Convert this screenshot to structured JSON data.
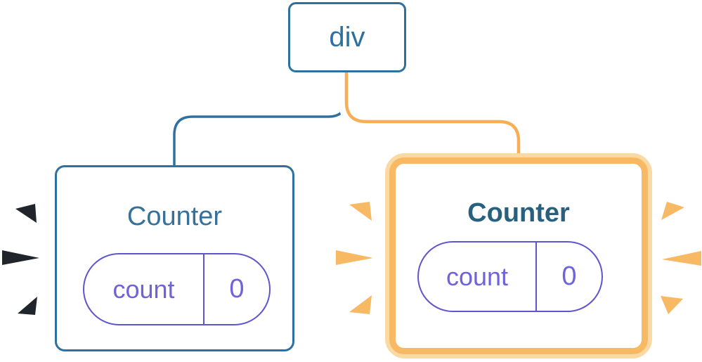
{
  "root_node": {
    "label": "div"
  },
  "left_counter": {
    "title": "Counter",
    "state_pill": {
      "name": "count",
      "value": "0"
    }
  },
  "right_counter": {
    "title": "Counter",
    "state_pill": {
      "name": "count",
      "value": "0"
    }
  },
  "icons": {
    "left_sparks": "burst-marks-dark",
    "right_sparks": "burst-marks-orange"
  },
  "colors": {
    "blue": "#2E71A0",
    "title_blue": "#35719B",
    "title_blue_bold": "#27617F",
    "purple_border": "#5F55CE",
    "purple_text": "#6F63DA",
    "orange_line": "#F8AE55",
    "orange_band": "#F8B964",
    "orange_light": "#FBD9A2",
    "spark_dark": "#20242B"
  }
}
